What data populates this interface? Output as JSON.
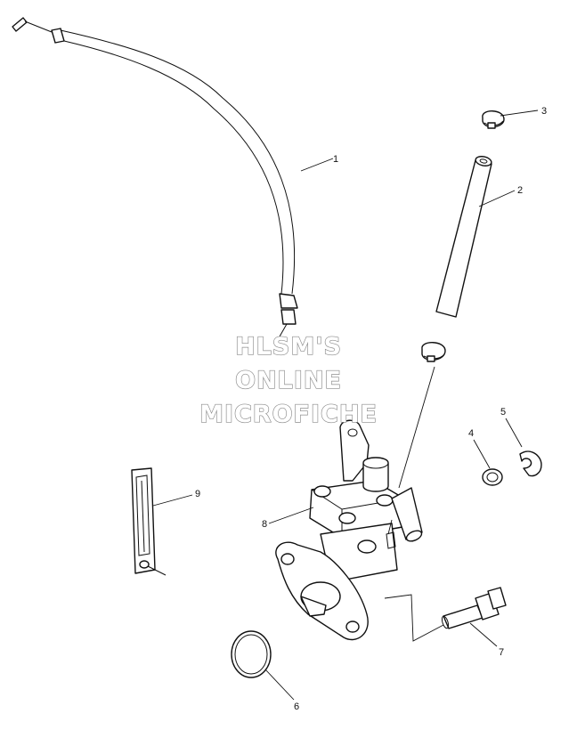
{
  "watermark": {
    "line1": "HLSM'S",
    "line2": "ONLINE",
    "line3": "MICROFICHE"
  },
  "callouts": [
    {
      "label": "1"
    },
    {
      "label": "2"
    },
    {
      "label": "3"
    },
    {
      "label": "4"
    },
    {
      "label": "5"
    },
    {
      "label": "6"
    },
    {
      "label": "7"
    },
    {
      "label": "8"
    },
    {
      "label": "9"
    }
  ]
}
